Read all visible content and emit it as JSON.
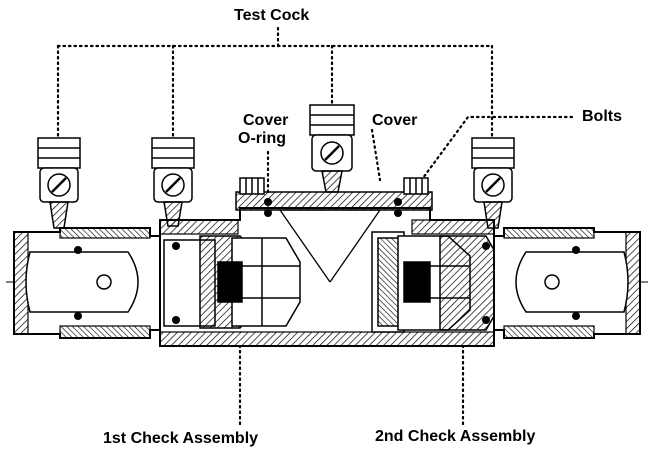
{
  "labels": {
    "test_cock": "Test Cock",
    "cover_oring_line1": "Cover",
    "cover_oring_line2": "O-ring",
    "cover": "Cover",
    "bolts": "Bolts",
    "first_check": "1st Check Assembly",
    "second_check": "2nd Check Assembly"
  },
  "colors": {
    "ink": "#000000",
    "paper": "#ffffff"
  }
}
